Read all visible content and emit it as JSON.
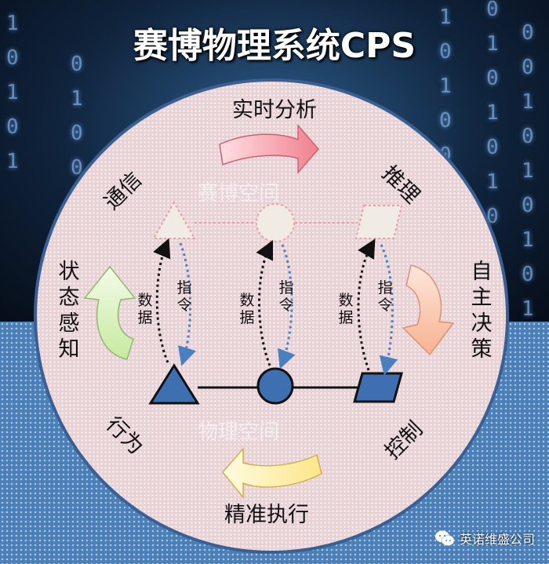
{
  "title": "赛博物理系统CPS",
  "labels": {
    "top": "实时分析",
    "bottom": "精准执行",
    "upper_left": "通信",
    "upper_right": "推理",
    "lower_left": "行为",
    "lower_right": "控制",
    "left_side": "状态感知",
    "right_side": "自主决策"
  },
  "arrows": {
    "data_label": "数据",
    "command_label": "指令"
  },
  "ghost_text": {
    "upper": "赛博空间",
    "lower": "物理空间"
  },
  "watermark": {
    "icon": "wechat-icon",
    "text": "英诺维盛公司"
  },
  "colors": {
    "circle_border": "#3a5f93",
    "node_fill": "#3e6fb0",
    "cyber_node_fill": "#f0ece4",
    "cyber_node_border": "#e8a0a8"
  }
}
